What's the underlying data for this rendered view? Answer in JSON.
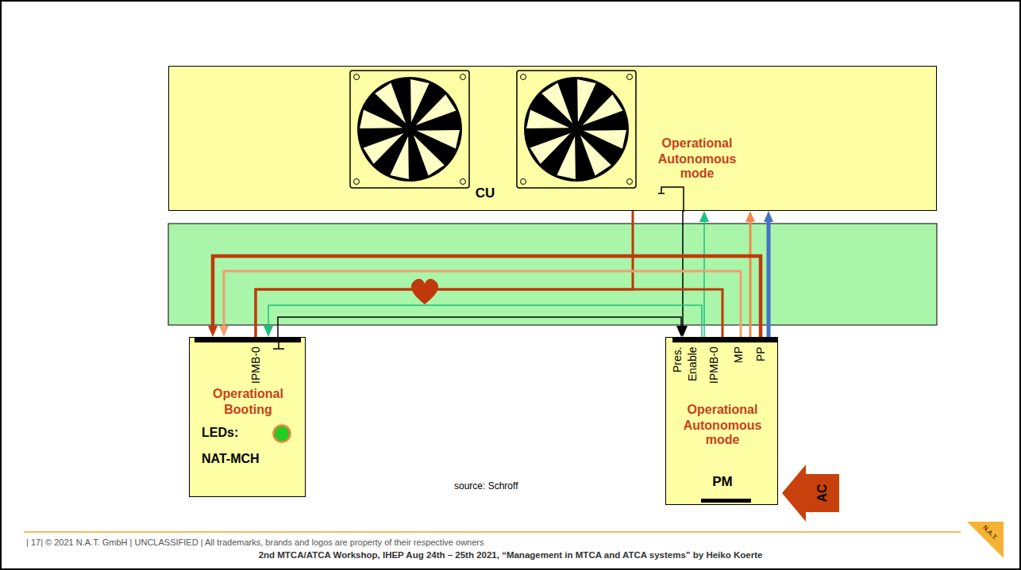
{
  "diagram": {
    "nodes": [
      {
        "text": [
          "CU",
          "Autonomous mode",
          "Operational"
        ]
      },
      {
        "text": [
          "Operational",
          "Booting",
          "LEDs:",
          "NAT-MCH"
        ]
      },
      {
        "text": [
          "Autonomous mode",
          "Operational",
          "PM"
        ]
      },
      {
        "text": [
          "AC"
        ]
      }
    ],
    "edges": [
      {
        "from": 2,
        "to": 0,
        "arrow": "to"
      },
      {
        "from": 2,
        "to": 0,
        "arrow": "to"
      },
      {
        "from": 2,
        "to": 0,
        "arrow": "to"
      },
      {
        "from": 0,
        "to": 2,
        "arrow": "to"
      },
      {
        "from": 0,
        "to": 1,
        "arrow": "none"
      },
      {
        "from": 1,
        "to": 2,
        "arrow": "none"
      },
      {
        "from": 2,
        "to": 1,
        "arrow": "to"
      },
      {
        "from": 2,
        "to": 1,
        "arrow": "to"
      },
      {
        "from": 2,
        "to": 1,
        "arrow": "to"
      },
      {
        "from": 1,
        "to": 2,
        "arrow": "to"
      }
    ],
    "labels": [
      "IPMB-0",
      "Pres.",
      "Enable",
      "IPMB-0",
      "MP",
      "PP",
      "source: Schroff",
      "| 17| © 2021 N.A.T. GmbH | UNCLASSIFIED | All trademarks, brands and logos are property of their respective owners",
      "2nd MTCA/ATCA Workshop, IHEP Aug 24th – 25th 2021, “Management in MTCA and ATCA systems” by Heiko Koerte",
      "N.A.T."
    ]
  }
}
